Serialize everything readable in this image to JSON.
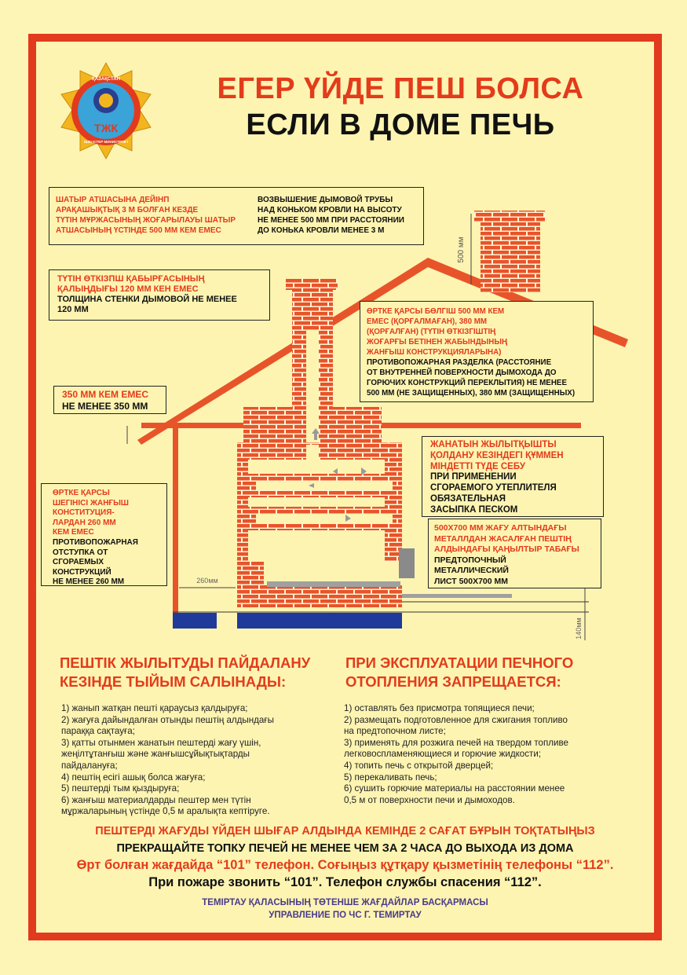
{
  "logo": {
    "top_text": "ҚАЗАҚСТАН",
    "center_text": "ТЖК",
    "bottom_text": "ІШКІ ІСТЕР МИНИСТРЛІГІ"
  },
  "header": {
    "title_kz": "ЕГЕР ҮЙДЕ ПЕШ БОЛСА",
    "title_ru": "ЕСЛИ В ДОМЕ ПЕЧЬ"
  },
  "callouts": {
    "chimney_height": {
      "kz": "ШАТЫР АТШАСЫНА ДЕЙІНП\nАРАҚАШЫҚТЫҚ 3 М БОЛҒАН КЕЗДЕ\nТҮТІН МҰРЖАСЫНЫҢ ЖОҒАРЫЛАУЫ ШАТЫР\nАТШАСЫНЫҢ ҮСТІНДЕ 500 ММ КЕМ ЕМЕС",
      "ru": "ВОЗВЫШЕНИЕ ДЫМОВОЙ ТРУБЫ\nНАД КОНЬКОМ КРОВЛИ НА ВЫСОТУ\nНЕ МЕНЕЕ 500 ММ ПРИ РАССТОЯНИИ\nДО КОНЬКА КРОВЛИ МЕНЕЕ 3 М"
    },
    "wall_thickness": {
      "kz": "ТҮТІН ӨТКІЗПШ ҚАБЫРҒАСЫНЫҢ\nҚАЛЫҢДЫҒЫ 120 ММ КЕН ЕМЕС",
      "ru": "ТОЛЩИНА СТЕНКИ ДЫМОВОЙ НЕ МЕНЕЕ\n120 ММ"
    },
    "fire_break": {
      "kz": "ӨРТКЕ ҚАРСЫ БӨЛГІШ 500 ММ КЕМ\nЕМЕС (ҚОРҒАЛМАҒАН), 380 ММ\n(ҚОРҒАЛҒАН) (ТҮТІН ӨТКІЗГІШТІҢ\nЖОҒАРҒЫ БЕТІНЕН ЖАБЫНДЫНЫҢ\nЖАНҒЫШ КОНСТРУКЦИЯЛАРЫНА)",
      "ru": "ПРОТИВОПОЖАРНАЯ РАЗДЕЛКА (РАССТОЯНИЕ\nОТ ВНУТРЕННЕЙ ПОВЕРХНОСТИ ДЫМОХОДА ДО\nГОРЮЧИХ КОНСТРУКЦИЙ ПЕРЕКЛЫТИЯ) НЕ МЕНЕЕ\n500 ММ (НЕ ЗАЩИЩЕННЫХ), 380 ММ (ЗАЩИЩЕННЫХ)"
    },
    "min_350": {
      "kz": "350 ММ КЕМ ЕМЕС",
      "ru": "НЕ МЕНЕЕ 350 ММ"
    },
    "setback": {
      "kz": "ӨРТКЕ ҚАРСЫ\nШЕГІНІСІ ЖАНҒЫШ\nКОНСТИТУЦИЯ-\nЛАРДАН 260 ММ\nКЕМ ЕМЕС",
      "ru": "ПРОТИВОПОЖАРНАЯ\nОТСТУПКА ОТ СГОРАЕМЫХ\nКОНСТРУКЦИЙ\nНЕ МЕНЕЕ 260 ММ"
    },
    "sand": {
      "kz": "ЖАНАТЫН ЖЫЛЫТҚЫШТЫ\nҚОЛДАНУ КЕЗІНДЕГІ ҚҰММЕН\nМІНДЕТТІ ТҮДЕ СЕБУ",
      "ru": "ПРИ ПРИМЕНЕНИИ\nСГОРАЕМОГО УТЕПЛИТЕЛЯ\nОБЯЗАТЕЛЬНАЯ\nЗАСЫПКА ПЕСКОМ"
    },
    "metal_sheet": {
      "kz": "500Х700 ММ ЖАҒУ АЛТЫНДАҒЫ\nМЕТАЛЛДАН ЖАСАЛҒАН ПЕШТІҢ\nАЛДЫНДАҒЫ ҚАҢЫЛТЫР ТАБАҒЫ",
      "ru": "ПРЕДТОПОЧНЫЙ\nМЕТАЛЛИЧЕСКИЙ\nЛИСТ 500Х700 ММ"
    }
  },
  "dimensions": {
    "d500": "500 мм",
    "d260": "260мм",
    "d140": "140мм"
  },
  "rules": {
    "kz_heading": "ПЕШТІК ЖЫЛЫТУДЫ ПАЙДАЛАНУ\nКЕЗІНДЕ ТЫЙЫМ САЛЫНАДЫ:",
    "ru_heading": "ПРИ ЭКСПЛУАТАЦИИ ПЕЧНОГО\nОТОПЛЕНИЯ ЗАПРЕЩАЕТСЯ:",
    "kz_items": [
      "1) жанып жатқан пешті қараусыз қалдыруға;",
      "2) жағуға дайындалған отынды пештің алдындағы\nпараққа сақтауға;",
      "3) қатты отынмен жанатын пештерді жағу үшін,\nжеңілтұтанғыш және жанғышсұйықтықтарды\nпайдалануға;",
      "4) пештің есігі ашық болса жағуға;",
      "5) пештерді тым қыздыруға;",
      "6) жанғыш материалдарды пештер мен түтін\nмұржаларының үстінде 0,5 м аралықта кептіруге."
    ],
    "ru_items": [
      "1) оставлять без присмотра топящиеся печи;",
      "2) размещать подготовленное для сжигания топливо\nна предтопочном листе;",
      "3) применять для розжига печей на твердом топливе\nлегковоспламеняющиеся и горючие жидкости;",
      "4) топить печь с открытой дверцей;",
      "5) перекаливать печь;",
      "6) сушить горючие материалы на расстоянии менее\n0,5 м от поверхности печи и дымоходов."
    ]
  },
  "footer": {
    "warn_kz": "ПЕШТЕРДІ ЖАҒУДЫ ҮЙДЕН ШЫҒАР АЛДЫНДА КЕМІНДЕ 2 САҒАТ БҰРЫН ТОҚТАТЫҢЫЗ",
    "warn_ru": "ПРЕКРАЩАЙТЕ ТОПКУ ПЕЧЕЙ НЕ МЕНЕЕ ЧЕМ ЗА 2 ЧАСА ДО ВЫХОДА ИЗ ДОМА",
    "phone_kz": "Өрт болған жағдайда “101” телефон. Соғыңыз құтқару қызметінің телефоны “112”.",
    "phone_ru": "При пожаре звонить “101”. Телефон службы спасения “112”.",
    "org_kz": "ТЕМІРТАУ ҚАЛАСЫНЫҢ ТӨТЕНШЕ ЖАҒДАЙЛАР БАСҚАРМАСЫ",
    "org_ru": "УПРАВЛЕНИЕ ПО ЧС Г. ТЕМИРТАУ"
  },
  "colors": {
    "frame": "#e23a1e",
    "background": "#fdf4b2",
    "brick": "#e8542a",
    "foundation": "#1f3a9a",
    "org_text": "#4a3a8a"
  }
}
